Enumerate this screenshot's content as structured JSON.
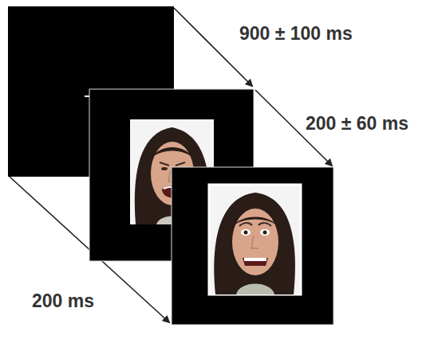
{
  "diagram": {
    "labels": [
      "900 ± 100 ms",
      "200 ± 60 ms",
      "200 ms"
    ]
  }
}
